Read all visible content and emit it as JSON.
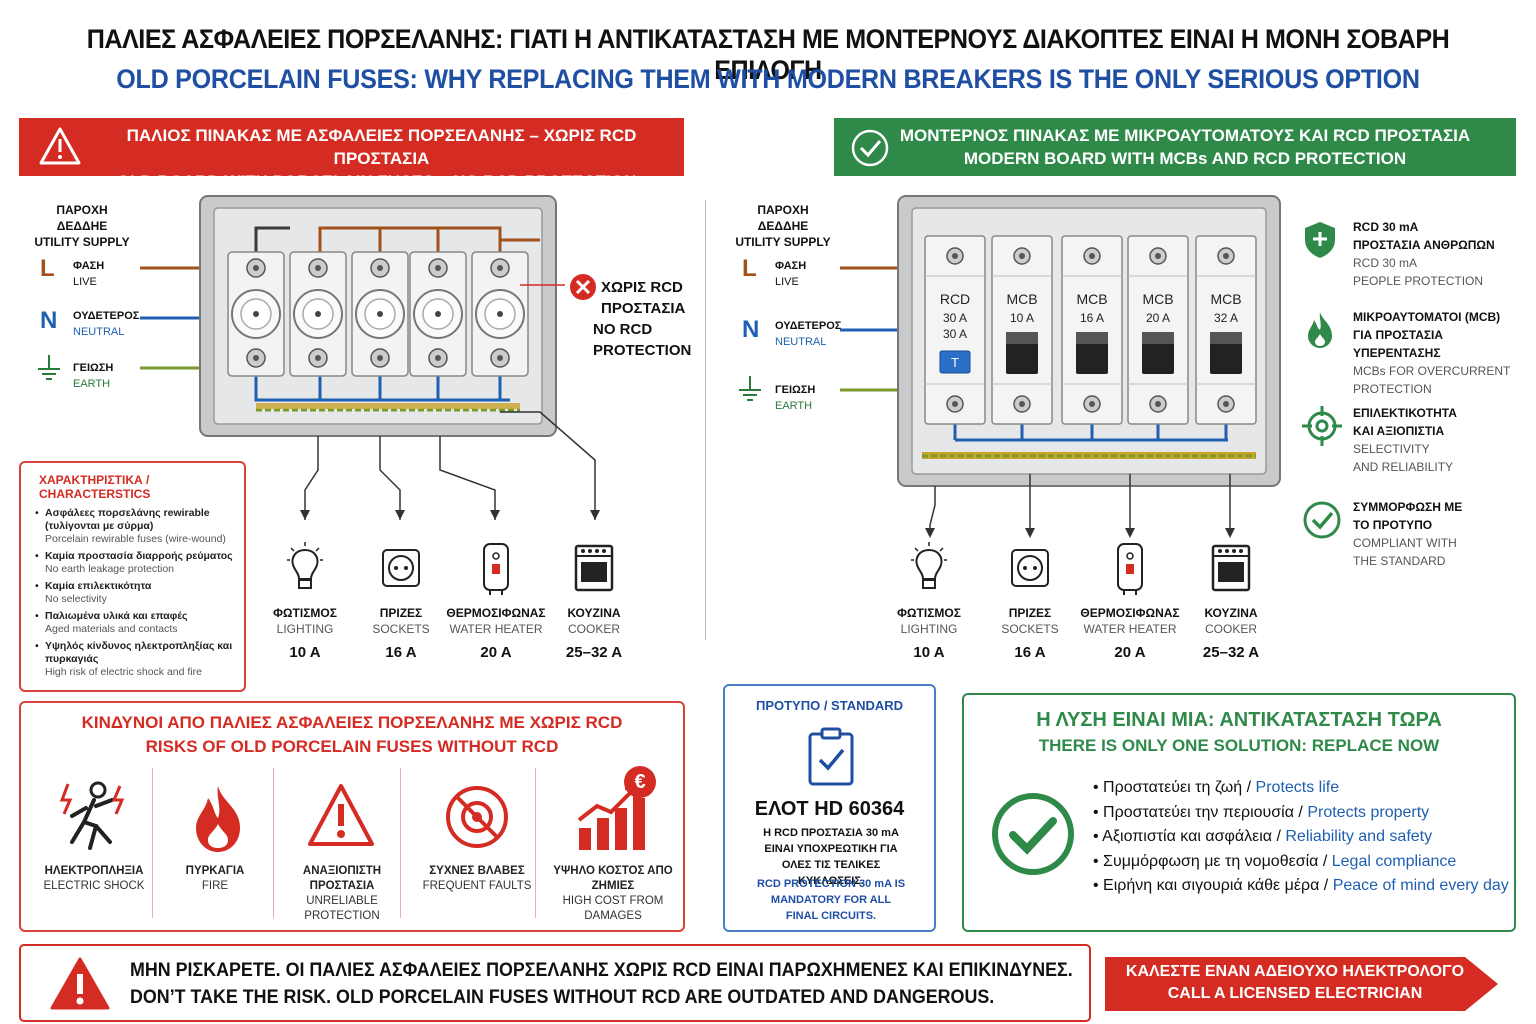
{
  "title_gr": "ΠΑΛΙΕΣ ΑΣΦΑΛΕΙΕΣ ΠΟΡΣΕΛΑΝΗΣ: ΓΙΑΤΙ Η ΑΝΤΙΚΑΤΑΣΤΑΣΗ ΜΕ ΜΟΝΤΕΡΝΟΥΣ ΔΙΑΚΟΠΤΕΣ ΕΙΝΑΙ Η ΜΟΝΗ ΣΟΒΑΡΗ ΕΠΙΛΟΓΗ",
  "title_en": "OLD PORCELAIN FUSES: WHY REPLACING THEM WITH MODERN BREAKERS IS THE ONLY SERIOUS OPTION",
  "colors": {
    "red": "#d42b23",
    "green": "#2f8a4a",
    "blue": "#1f4fa3"
  },
  "old_board": {
    "banner_gr": "ΠΑΛΙΟΣ ΠΙΝΑΚΑΣ ΜΕ ΑΣΦΑΛΕΙΕΣ ΠΟΡΣΕΛΑΝΗΣ – ΧΩΡΙΣ RCD ΠΡΟΣΤΑΣΙΑ",
    "banner_en": "OLD BOARD WITH PORCELAIN FUSES – NO RCD PROTECTION",
    "supply_gr": "ΠΑΡΟΧΗ ΔΕΔΔΗΕ",
    "supply_en": "UTILITY SUPPLY",
    "live_letter": "L",
    "live_gr": "ΦΑΣΗ",
    "live_en": "LIVE",
    "neutral_letter": "N",
    "neutral_gr": "ΟΥΔΕΤΕΡΟΣ",
    "neutral_en": "NEUTRAL",
    "earth_gr": "ΓΕΙΩΣΗ",
    "earth_en": "EARTH",
    "no_rcd_gr": "ΧΩΡΙΣ RCD ΠΡΟΣΤΑΣΙΑ",
    "no_rcd_en": "NO RCD PROTECTION",
    "characteristics_title": "ΧΑΡΑΚΤΗΡΙΣΤΙΚΑ / CHARACTERSTICS",
    "characteristics": [
      {
        "gr": "Ασφάλεες πορσελάνης rewirable (τυλίγονται με σύρμα)",
        "en": "Porcelain rewirable fuses (wire-wound)"
      },
      {
        "gr": "Καμία προστασία διαρροής ρεύματος",
        "en": "No earth leakage protection"
      },
      {
        "gr": "Καμία επιλεκτικότητα",
        "en": "No selectivity"
      },
      {
        "gr": "Παλιωμένα υλικά και επαφές",
        "en": "Aged materials and contacts"
      },
      {
        "gr": "Υψηλός κίνδυνος ηλεκτροπληξίας και πυρκαγιάς",
        "en": "High risk of electric shock and fire"
      }
    ],
    "loads": [
      {
        "gr": "ΦΩΤΙΣΜΟΣ",
        "en": "LIGHTING",
        "amp": "10 A"
      },
      {
        "gr": "ΠΡΙΖΕΣ",
        "en": "SOCKETS",
        "amp": "16 A"
      },
      {
        "gr": "ΘΕΡΜΟΣΙΦΩΝΑΣ",
        "en": "WATER HEATER",
        "amp": "20 A"
      },
      {
        "gr": "ΚΟΥΖΙΝΑ",
        "en": "COOKER",
        "amp": "25–32 A"
      }
    ]
  },
  "new_board": {
    "banner_gr": "ΜΟΝΤΕΡΝΟΣ ΠΙΝΑΚΑΣ ΜΕ ΜΙΚΡΟΑΥΤΟΜΑΤΟΥΣ ΚΑΙ RCD ΠΡΟΣΤΑΣΙΑ",
    "banner_en": "MODERN BOARD WITH MCBs AND RCD PROTECTION",
    "supply_gr": "ΠΑΡΟΧΗ ΔΕΔΔΗΕ",
    "supply_en": "UTILITY SUPPLY",
    "live_letter": "L",
    "live_gr": "ΦΑΣΗ",
    "live_en": "LIVE",
    "neutral_letter": "N",
    "neutral_gr": "ΟΥΔΕΤΕΡΟΣ",
    "neutral_en": "NEUTRAL",
    "earth_gr": "ΓΕΙΩΣΗ",
    "earth_en": "EARTH",
    "devices": [
      {
        "type": "RCD",
        "rating": "30 A",
        "extra": "30 A",
        "test": "T"
      },
      {
        "type": "MCB",
        "rating": "10 A"
      },
      {
        "type": "MCB",
        "rating": "16 A"
      },
      {
        "type": "MCB",
        "rating": "20 A"
      },
      {
        "type": "MCB",
        "rating": "32 A"
      }
    ],
    "features": [
      {
        "icon": "shield-icon",
        "gr1": "RCD 30 mA",
        "gr2": "ΠΡΟΣΤΑΣΙΑ ΑΝΘΡΩΠΩΝ",
        "en1": "RCD 30 mA",
        "en2": "PEOPLE PROTECTION"
      },
      {
        "icon": "fire-icon",
        "gr1": "ΜΙΚΡΟΑΥΤΟΜΑΤΟΙ (MCB)",
        "gr2": "ΓΙΑ ΠΡΟΣΤΑΣΙΑ ΥΠΕΡΕΝΤΑΣΗΣ",
        "en1": "MCBs FOR OVERCURRENT",
        "en2": "PROTECTION"
      },
      {
        "icon": "target-icon",
        "gr1": "ΕΠΙΛΕΚΤΙΚΟΤΗΤΑ",
        "gr2": "ΚΑΙ ΑΞΙΟΠΙΣΤΙΑ",
        "en1": "SELECTIVITY",
        "en2": "AND RELIABILITY"
      },
      {
        "icon": "check-circle-icon",
        "gr1": "ΣΥΜΜΟΡΦΩΣΗ ΜΕ",
        "gr2": "ΤΟ ΠΡΟΤΥΠΟ",
        "en1": "COMPLIANT WITH",
        "en2": "THE STANDARD"
      }
    ],
    "loads": [
      {
        "gr": "ΦΩΤΙΣΜΟΣ",
        "en": "LIGHTING",
        "amp": "10 A"
      },
      {
        "gr": "ΠΡΙΖΕΣ",
        "en": "SOCKETS",
        "amp": "16 A"
      },
      {
        "gr": "ΘΕΡΜΟΣΙΦΩΝΑΣ",
        "en": "WATER HEATER",
        "amp": "20 A"
      },
      {
        "gr": "ΚΟΥΖΙΝΑ",
        "en": "COOKER",
        "amp": "25–32 A"
      }
    ]
  },
  "risks": {
    "title_gr": "ΚΙΝΔΥΝΟΙ ΑΠΟ ΠΑΛΙΕΣ ΑΣΦΑΛΕΙΕΣ ΠΟΡΣΕΛΑΝΗΣ ΜΕ ΧΩΡΙΣ RCD",
    "title_en": "RISKS OF OLD PORCELAIN FUSES WITHOUT RCD",
    "items": [
      {
        "gr": "ΗΛΕΚΤΡΟΠΛΗΞΙΑ",
        "en": "ELECTRIC SHOCK"
      },
      {
        "gr": "ΠΥΡΚΑΓΙΑ",
        "en": "FIRE"
      },
      {
        "gr": "ΑΝΑΞΙΟΠΙΣΤΗ ΠΡΟΣΤΑΣΙΑ",
        "en": "UNRELIABLE PROTECTION"
      },
      {
        "gr": "ΣΥΧΝΕΣ ΒΛΑΒΕΣ",
        "en": "FREQUENT FAULTS"
      },
      {
        "gr": "ΥΨΗΛΟ ΚΟΣΤΟΣ ΑΠΟ ΖΗΜΙΕΣ",
        "en": "HIGH COST FROM DAMAGES"
      }
    ],
    "euro": "€"
  },
  "standard": {
    "title": "ΠΡΟΤΥΠΟ / STANDARD",
    "code": "ΕΛΟΤ HD 60364",
    "text_gr": "Η RCD ΠΡΟΣΤΑΣΙΑ 30 mA ΕΙΝΑΙ ΥΠΟΧΡΕΩΤΙΚΗ ΓΙΑ ΟΛΕΣ ΤΙΣ ΤΕΛΙΚΕΣ ΚΥΚΛΩΣΕΙΣ.",
    "text_en": "RCD PROTECTION 30 mA IS MANDATORY FOR ALL FINAL CIRCUITS."
  },
  "solution": {
    "title_gr": "Η ΛΥΣΗ ΕΙΝΑΙ ΜΙΑ: ΑΝΤΙΚΑΤΑΣΤΑΣΗ ΤΩΡΑ",
    "title_en": "THERE IS ONLY ONE SOLUTION: REPLACE NOW",
    "bullets": [
      {
        "gr": "Προστατεύει τη ζωή",
        "en": "Protects life"
      },
      {
        "gr": "Προστατεύει την περιουσία",
        "en": "Protects property"
      },
      {
        "gr": "Αξιοπιστία και ασφάλεια",
        "en": "Reliability and safety"
      },
      {
        "gr": "Συμμόρφωση με τη νομοθεσία",
        "en": "Legal compliance"
      },
      {
        "gr": "Ειρήνη και σιγουριά κάθε μέρα",
        "en": "Peace of mind every day"
      }
    ]
  },
  "footer": {
    "warning_gr": "ΜΗΝ ΡΙΣΚΑΡΕΤΕ. ΟΙ ΠΑΛΙΕΣ ΑΣΦΑΛΕΙΕΣ ΠΟΡΣΕΛΑΝΗΣ ΧΩΡΙΣ RCD ΕΙΝΑΙ ΠΑΡΩΧΗΜΕΝΕΣ ΚΑΙ ΕΠΙΚΙΝΔΥΝΕΣ.",
    "warning_en": "DON’T TAKE THE RISK. OLD PORCELAIN FUSES WITHOUT RCD ARE OUTDATED AND DANGEROUS.",
    "cta_gr": "ΚΑΛΕΣΤΕ ΕΝΑΝ ΑΔΕΙΟΥΧΟ ΗΛΕΚΤΡΟΛΟΓΟ",
    "cta_en": "CALL A LICENSED ELECTRICIAN"
  }
}
